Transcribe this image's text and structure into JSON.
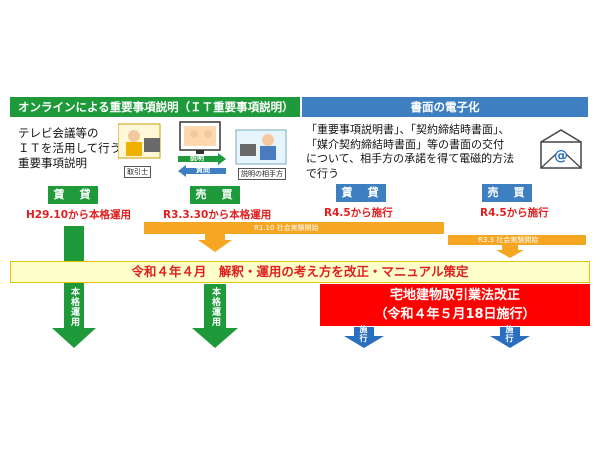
{
  "online": {
    "header": "オンラインによる重要事項説明（ＩＴ重要事項説明）",
    "desc": [
      "テレビ会議等の",
      "ＩＴを活用して行う",
      "重要事項説明"
    ],
    "illus": {
      "left_person": "取引士",
      "right_person": "説明の相手方",
      "arrow_top": "説明",
      "arrow_bottom": "質問"
    },
    "rent_label": "賃　貸",
    "rent_date": "H29.10から本格運用",
    "rent_arrow": "本格運用",
    "sale_label": "売　買",
    "sale_date": "R3.3.30から本格運用",
    "sale_band": "R1.10 社会実験開始",
    "sale_arrow": "本格運用"
  },
  "electronic": {
    "header": "書面の電子化",
    "desc": [
      "「重要事項説明書」、「契約締結時書面」、",
      "「媒介契約締結時書面」等の書面の交付",
      "について、相手方の承諾を得て電磁的方法",
      "で行う"
    ],
    "rent_label": "賃　貸",
    "rent_date": "R4.5から施行",
    "sale_label": "売　買",
    "sale_date": "R4.5から施行",
    "sale_band": "R3.3 社会実験開始",
    "arrow_text": "施行"
  },
  "middle_band": "令和４年４月　解釈・運用の考え方を改正・マニュアル策定",
  "law": {
    "line1": "宅地建物取引業法改正",
    "line2": "（令和４年５月18日施行）"
  },
  "colors": {
    "green": "#1e9a3a",
    "blue": "#3d7fc1",
    "orange": "#f5a623",
    "red": "#ff0000"
  }
}
